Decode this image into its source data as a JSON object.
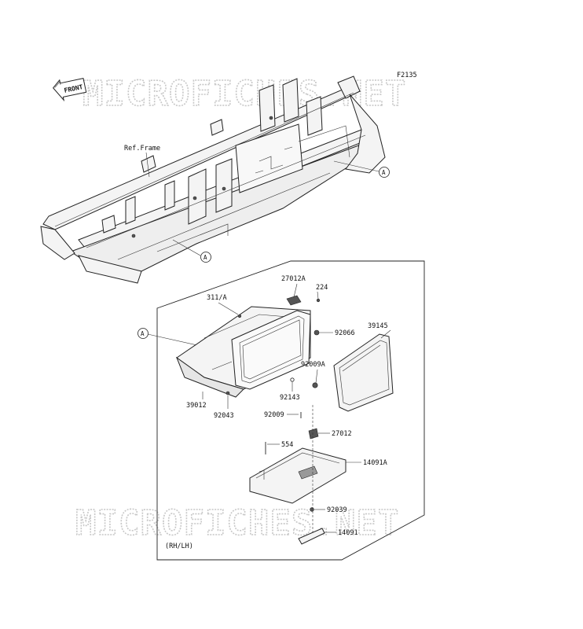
{
  "diagram_code": "F2135",
  "watermark": "MICROFICHES.NET",
  "front_label": "FRONT",
  "ref_frame_label": "Ref.Frame",
  "variant_note": "(RH/LH)",
  "callouts": {
    "a1": "A",
    "a2": "A",
    "a3": "A"
  },
  "parts": {
    "p27012a": "27012A",
    "p224": "224",
    "p311a": "311/A",
    "p92066": "92066",
    "p39145": "39145",
    "p92009a": "92009A",
    "p92143": "92143",
    "p39012": "39012",
    "p92043": "92043",
    "p92009": "92009",
    "p27012": "27012",
    "p554": "554",
    "p14091a": "14091A",
    "p92039": "92039",
    "p14091": "14091"
  }
}
